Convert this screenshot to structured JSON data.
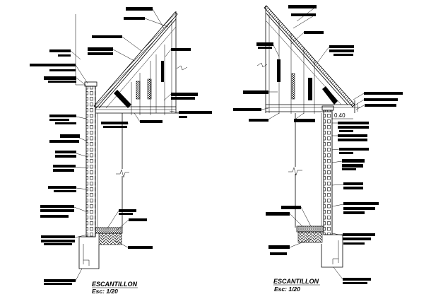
{
  "drawings": [
    {
      "title": "ESCANTILLON",
      "scale": "Esc: 1/20"
    },
    {
      "title": "ESCANTILLON",
      "scale": "Esc: 1/20",
      "dimension": "0.40"
    }
  ],
  "colors": {
    "line": "#000000",
    "background": "#ffffff"
  }
}
